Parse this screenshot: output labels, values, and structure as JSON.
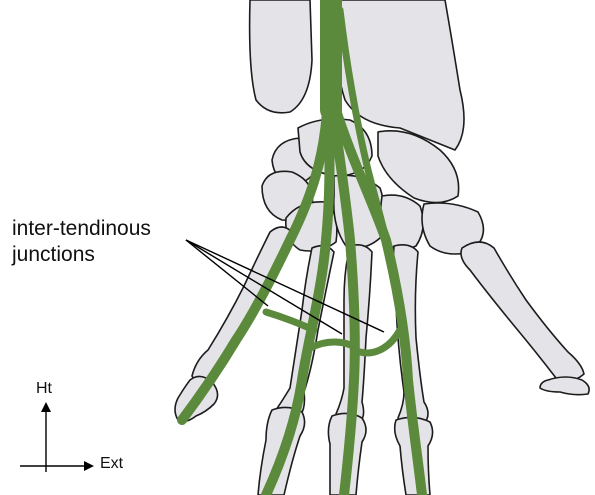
{
  "annotation": {
    "line1": "inter-tendinous",
    "line2": "junctions"
  },
  "axes": {
    "vertical_label": "Ht",
    "horizontal_label": "Ext"
  },
  "colors": {
    "tendon": "#5b8a3c",
    "bone_fill": "#e4e4e8",
    "bone_outline": "#1c1c1c",
    "background": "#ffffff"
  }
}
